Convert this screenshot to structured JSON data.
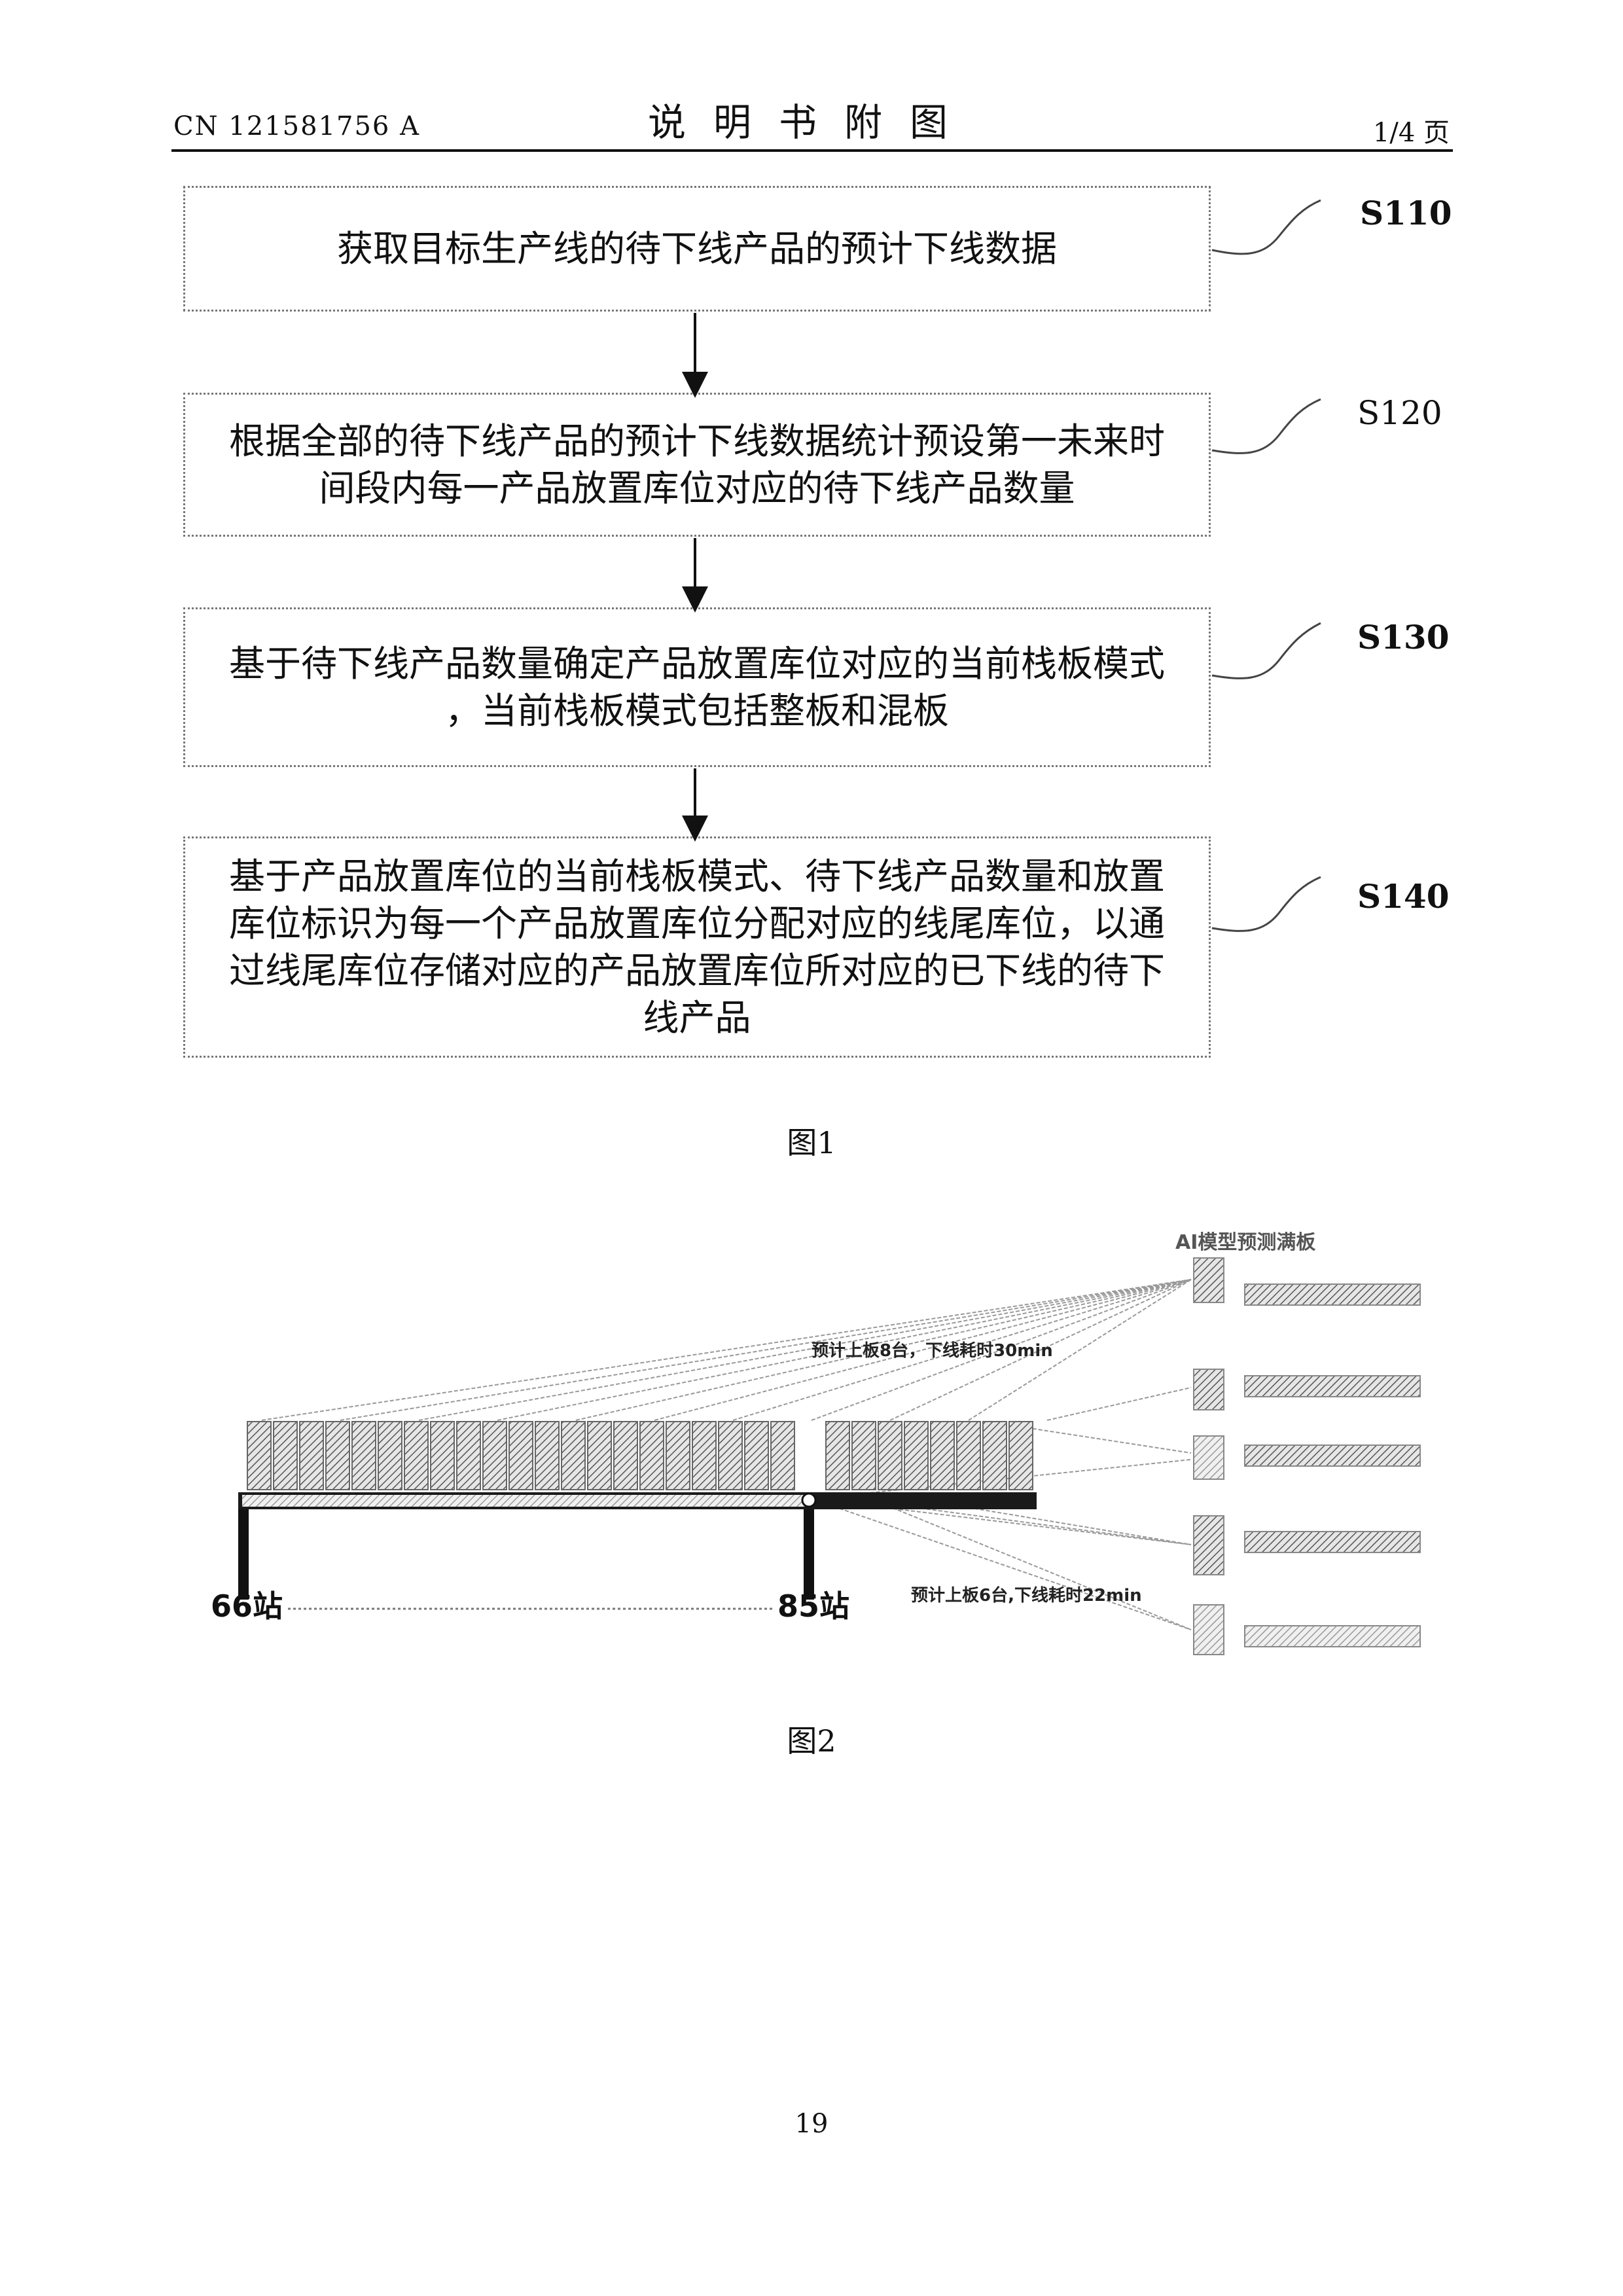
{
  "header": {
    "publication_number": "CN 121581756 A",
    "section_title": "说明书附图",
    "page_indicator": "1/4 页"
  },
  "figure1": {
    "steps": [
      {
        "label": "S110",
        "lines": [
          "获取目标生产线的待下线产品的预计下线数据"
        ]
      },
      {
        "label": "S120",
        "lines": [
          "根据全部的待下线产品的预计下线数据统计预设第一未来时",
          "间段内每一产品放置库位对应的待下线产品数量"
        ]
      },
      {
        "label": "S130",
        "lines": [
          "基于待下线产品数量确定产品放置库位对应的当前栈板模式",
          "，当前栈板模式包括整板和混板"
        ]
      },
      {
        "label": "S140",
        "lines": [
          "基于产品放置库位的当前栈板模式、待下线产品数量和放置",
          "库位标识为每一个产品放置库位分配对应的线尾库位，以通",
          "过线尾库位存储对应的产品放置库位所对应的已下线的待下",
          "线产品"
        ]
      }
    ],
    "caption": "图1"
  },
  "figure2": {
    "title_top_right": "AI模型预测满板",
    "annotation_top": "预计上板8台，下线耗时30min",
    "annotation_bottom": "预计上板6台,下线耗时22min",
    "station_left": "66站",
    "station_right": "85站",
    "caption": "图2"
  },
  "footer": {
    "page_number": "19"
  }
}
